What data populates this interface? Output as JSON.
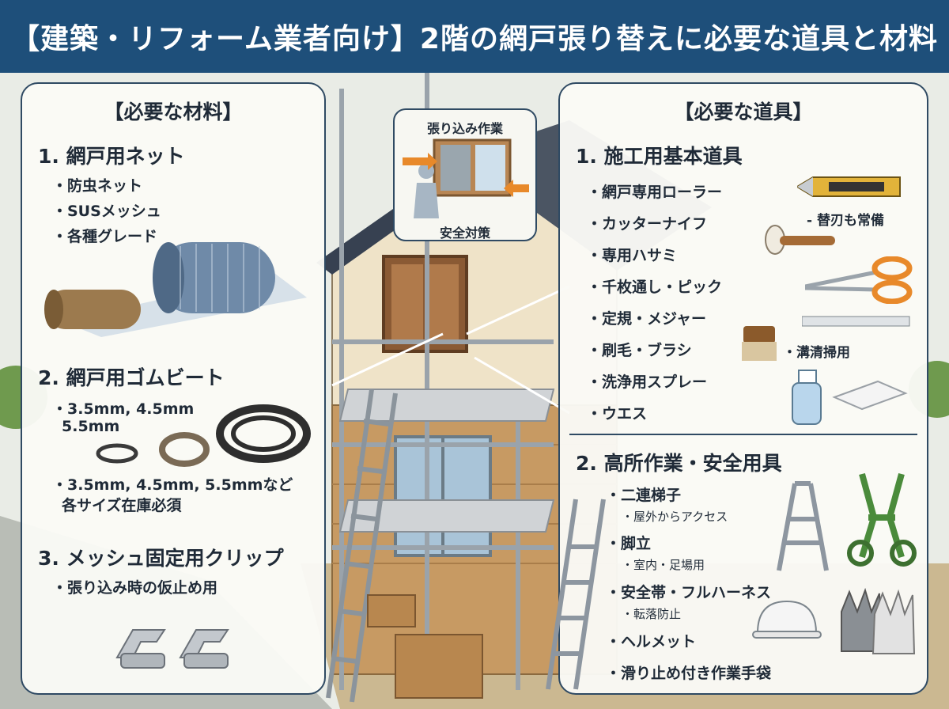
{
  "title": "【建築・リフォーム業者向け】2階の網戸張り替えに必要な道具と材料",
  "left_panel": {
    "heading": "【必要な材料】",
    "sections": [
      {
        "title": "1. 網戸用ネット",
        "items": [
          "・防虫ネット",
          "・SUSメッシュ",
          "・各種グレード"
        ]
      },
      {
        "title": "2. 網戸用ゴムビート",
        "items": [
          "・3.5mm, 4.5mm",
          "5.5mm",
          "・3.5mm, 4.5mm, 5.5mmなど",
          "各サイズ在庫必須"
        ]
      },
      {
        "title": "3. メッシュ固定用クリップ",
        "items": [
          "・張り込み時の仮止め用"
        ]
      }
    ]
  },
  "callout": {
    "title": "張り込み作業",
    "subtitle": "安全対策"
  },
  "right_panel": {
    "heading": "【必要な道具】",
    "sections": [
      {
        "title": "1. 施工用基本道具",
        "items": [
          "・網戸専用ローラー",
          "・カッターナイフ",
          "・専用ハサミ",
          "・千枚通し・ピック",
          "・定規・メジャー",
          "・刷毛・ブラシ",
          "・洗浄用スプレー",
          "・ウエス"
        ],
        "notes": [
          "- 替刃も常備",
          "・溝清掃用"
        ]
      },
      {
        "title": "2. 高所作業・安全用具",
        "items": [
          "・二連梯子",
          "・屋外からアクセス",
          "・脚立",
          "・室内・足場用",
          "・安全帯・フルハーネス",
          "・転落防止",
          "・ヘルメット",
          "・滑り止め付き作業手袋"
        ]
      }
    ]
  },
  "colors": {
    "title_bar": "#1e4f7a",
    "panel_border": "#2f4a63",
    "background": "#e9ece6",
    "roof": "#4b5563",
    "wall": "#efe3c8",
    "wood": "#c79a63",
    "harness": "#4a8b3b",
    "accent_orange": "#e8892a"
  }
}
